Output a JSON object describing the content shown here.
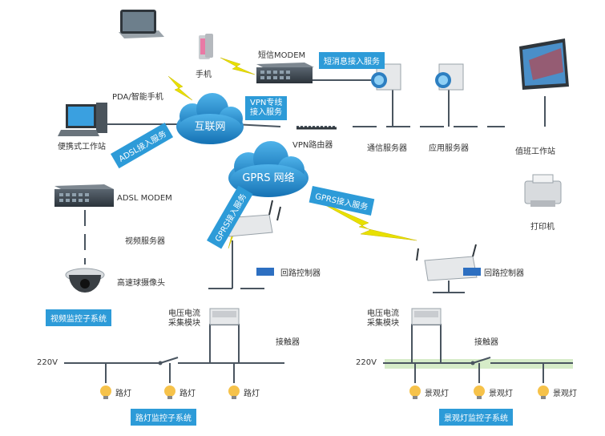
{
  "cloud_internet": "互联网",
  "cloud_gprs": "GPRS 网络",
  "nodes": {
    "tablet": "",
    "phone": "手机",
    "pda": "PDA/智能手机",
    "sms_modem": "短信MODEM",
    "laptop_ws": "便携式工作站",
    "vpn_router": "VPN路由器",
    "comm_server": "通信服务器",
    "app_server": "应用服务器",
    "duty_ws": "值班工作站",
    "printer": "打印机",
    "adsl_modem": "ADSL MODEM",
    "video_server": "视频服务器",
    "dome_camera": "高速球摄像头",
    "loop_ctrl_left": "回路控制器",
    "loop_ctrl_right": "回路控制器",
    "vc_module_left": "电压电流\n采集模块",
    "vc_module_right": "电压电流\n采集模块",
    "contactor_left": "接触器",
    "contactor_right": "接触器",
    "v220_left": "220V",
    "v220_right": "220V",
    "lamps_left": [
      "路灯",
      "路灯",
      "路灯"
    ],
    "lamps_right": [
      "景观灯",
      "景观灯",
      "景观灯"
    ]
  },
  "badges": {
    "sms_service": "短消息接入服务",
    "vpn_line": "VPN专线\n接入服务",
    "adsl_service": "ADSL接入服务",
    "gprs_service_left": "GPRS接入服务",
    "gprs_service_right": "GPRS接入服务",
    "video_subsystem": "视频监控子系统",
    "street_subsystem": "路灯监控子系统",
    "landscape_subsystem": "景观灯监控子系统"
  },
  "colors": {
    "badge": "#2d9bd8",
    "cloud": "#1f86c9",
    "lightning": "#e8e000",
    "line": "#4a5560",
    "green_bar": "#d6ecc8"
  }
}
